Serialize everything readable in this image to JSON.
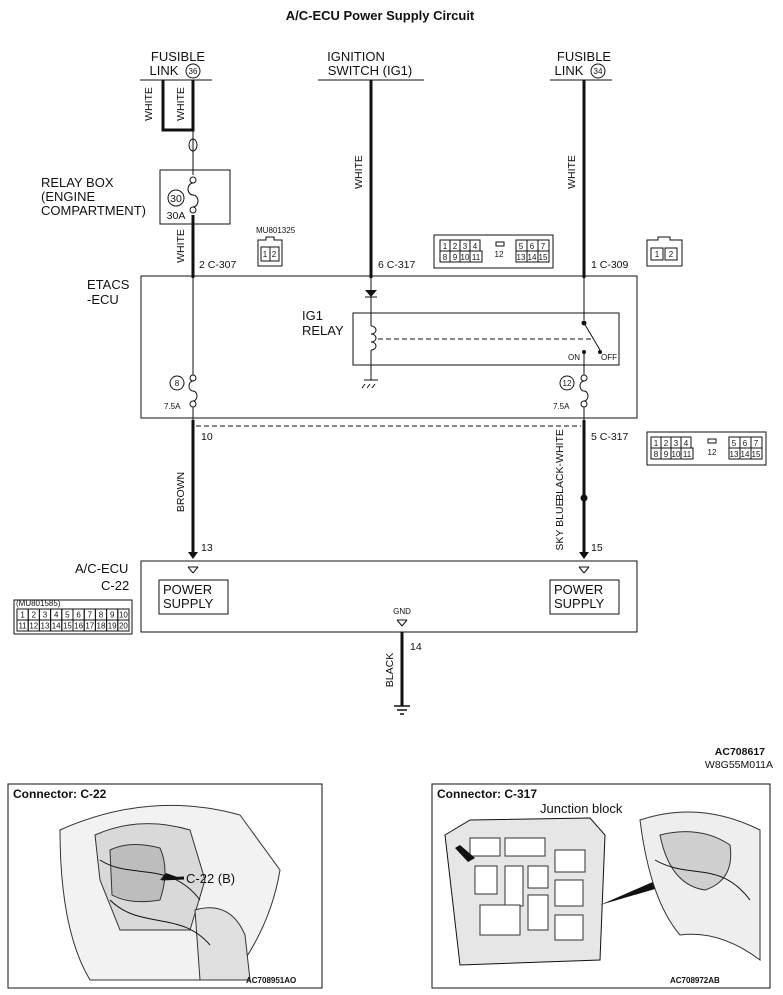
{
  "title": "A/C-ECU Power Supply Circuit",
  "sources": {
    "fusible36": {
      "line1": "FUSIBLE",
      "line2": "LINK",
      "num": "36"
    },
    "ignition": {
      "line1": "IGNITION",
      "line2": "SWITCH (IG1)"
    },
    "fusible34": {
      "line1": "FUSIBLE",
      "line2": "LINK",
      "num": "34"
    }
  },
  "wires": {
    "white_a": "WHITE",
    "white_b": "WHITE",
    "white_c": "WHITE",
    "white_ig": "WHITE",
    "white_34": "WHITE",
    "brown": "BROWN",
    "black_white": "BLACK-WHITE",
    "sky_blue": "SKY BLUE",
    "black": "BLACK"
  },
  "relay_box": {
    "line1": "RELAY BOX",
    "line2": "(ENGINE",
    "line3": "COMPARTMENT)",
    "fuse_num": "30",
    "fuse_amp": "30A"
  },
  "connectors": {
    "mu801325": "MU801325",
    "mu801585": "(MU801585)",
    "c307": "2 C-307",
    "c317_6": "6 C-317",
    "c309": "1 C-309",
    "pin10": "10",
    "c317_5": "5 C-317",
    "pin13": "13",
    "pin15": "15",
    "pin14": "14",
    "c22": "C-22",
    "c317_top_left": [
      "1",
      "2",
      "3",
      "4",
      "5",
      "6",
      "7",
      "8",
      "9",
      "10",
      "11",
      "12",
      "13",
      "14",
      "15"
    ],
    "c317_center_pin": "12",
    "c309_pins": [
      "1",
      "2"
    ],
    "mu801325_pins": [
      "1",
      "2"
    ],
    "c22_row1": [
      "1",
      "2",
      "3",
      "4",
      "5",
      "6",
      "7",
      "8",
      "9",
      "10"
    ],
    "c22_row2": [
      "11",
      "12",
      "13",
      "14",
      "15",
      "16",
      "17",
      "18",
      "19",
      "20"
    ]
  },
  "etacs": {
    "line1": "ETACS",
    "line2": "-ECU",
    "relay_line1": "IG1",
    "relay_line2": "RELAY",
    "fuse8_num": "8",
    "fuse8_amp": "7.5A",
    "fuse12_num": "12",
    "fuse12_amp": "7.5A",
    "on": "ON",
    "off": "OFF"
  },
  "ac_ecu": {
    "line1": "A/C-ECU",
    "line2": "C-22",
    "ps_left_1": "POWER",
    "ps_left_2": "SUPPLY",
    "ps_right_1": "POWER",
    "ps_right_2": "SUPPLY",
    "gnd": "GND"
  },
  "ref_codes": {
    "code1": "AC708617",
    "code2": "W8G55M011A"
  },
  "photos": {
    "left": {
      "title": "Connector: C-22",
      "callout": "C-22 (B)",
      "code": "AC708951AO"
    },
    "right": {
      "title": "Connector: C-317",
      "label": "Junction block",
      "code": "AC708972AB"
    }
  }
}
